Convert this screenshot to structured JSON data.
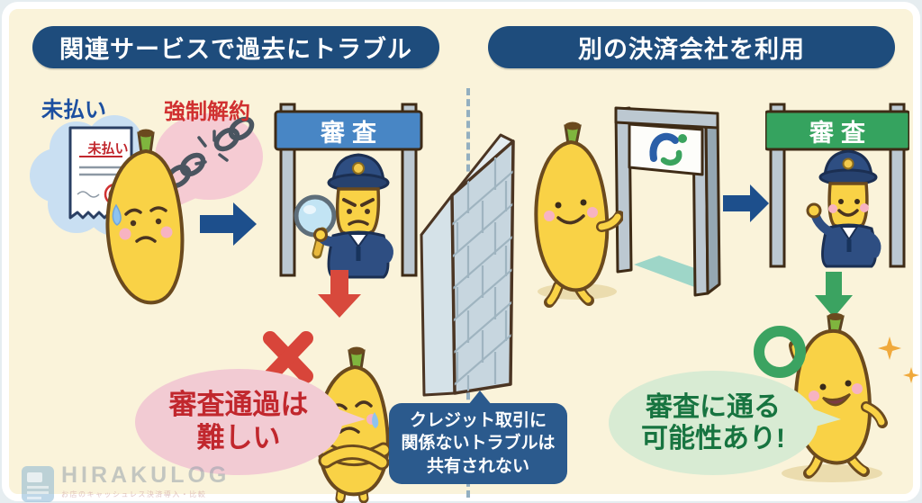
{
  "headers": {
    "left": "関連サービスで過去にトラブル",
    "right": "別の決済会社を利用"
  },
  "left_scene": {
    "unpaid_label": "未払い",
    "receipt_text": "未払い",
    "forced_cancellation_label": "強制解約",
    "gate_sign": "審査",
    "verdict_line1": "審査通過は",
    "verdict_line2": "難しい"
  },
  "center_scene": {
    "note_line1": "クレジット取引に",
    "note_line2": "関係ないトラブルは",
    "note_line3": "共有されない"
  },
  "right_scene": {
    "gate_sign": "審査",
    "verdict_line1": "審査に通る",
    "verdict_line2": "可能性あり!"
  },
  "watermark": {
    "brand": "HIRAKULOG",
    "tagline": "お店のキャッシュレス決済導入・比較"
  },
  "colors": {
    "background": "#FAF3DA",
    "header_navy": "#1E4C7C",
    "label_blue": "#1C4FA0",
    "label_red": "#D03030",
    "sign_blue": "#4886C5",
    "sign_green": "#35A35F",
    "arrow_blue": "#1D4F8C",
    "arrow_red": "#D8493C",
    "arrow_green": "#3BA361",
    "bubble_pink": "#F2CBD3",
    "bubble_blue": "#C9DFF2",
    "bubble_green": "#D8EBD3",
    "note_navy": "#2B5A8D",
    "text_red": "#C1272D",
    "text_green": "#177440",
    "banana_yellow": "#F9D246",
    "wall_gray": "#C7D6DF"
  }
}
